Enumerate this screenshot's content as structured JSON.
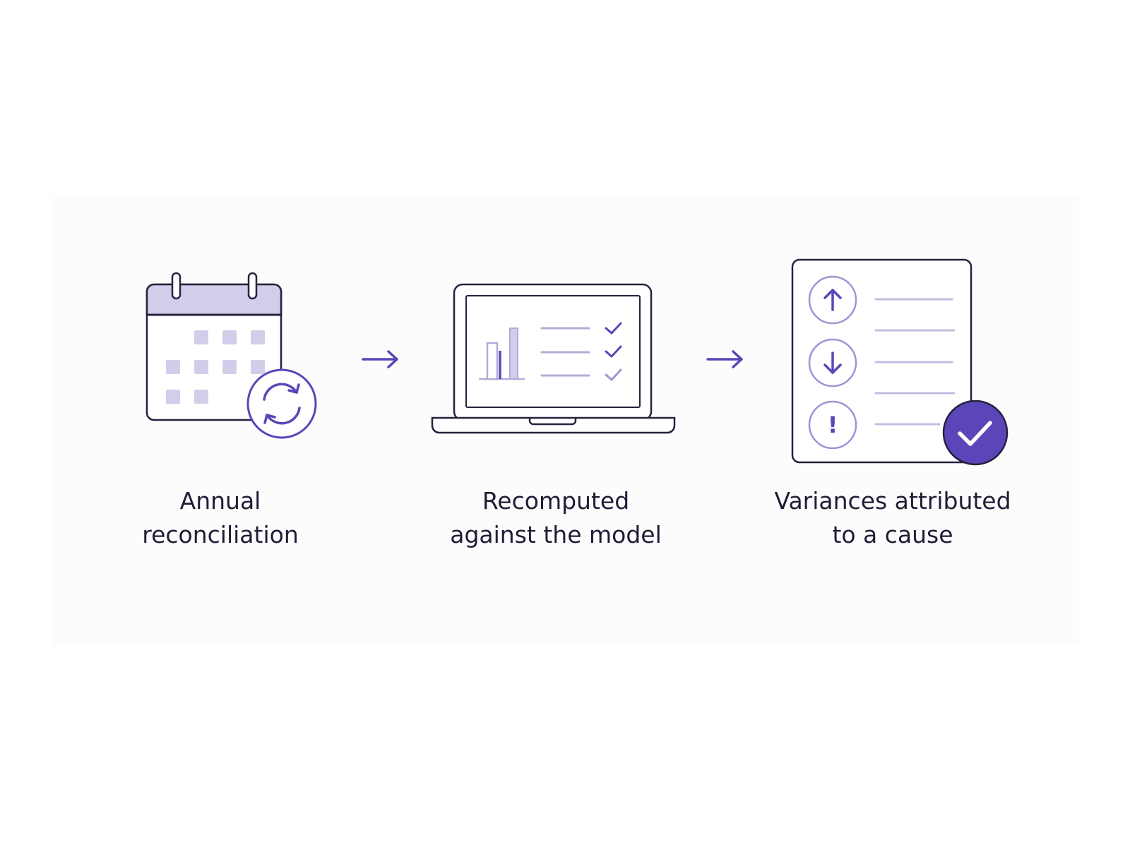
{
  "steps": [
    {
      "label_lines": [
        "Annual",
        "reconciliation"
      ],
      "icon": "calendar-sync-icon"
    },
    {
      "label_lines": [
        "Recomputed",
        "against the model"
      ],
      "icon": "laptop-chart-icon"
    },
    {
      "label_lines": [
        "Variances attributed",
        "to a cause"
      ],
      "icon": "variance-report-icon"
    }
  ],
  "report_markers": [
    "!"
  ],
  "colors": {
    "accent": "#5b45b8",
    "outline": "#24223d",
    "lavender_fill": "#d3cdea",
    "lavender_line": "#b4abd8",
    "panel_background": "#fcfcfd",
    "text": "#1e1d35"
  }
}
